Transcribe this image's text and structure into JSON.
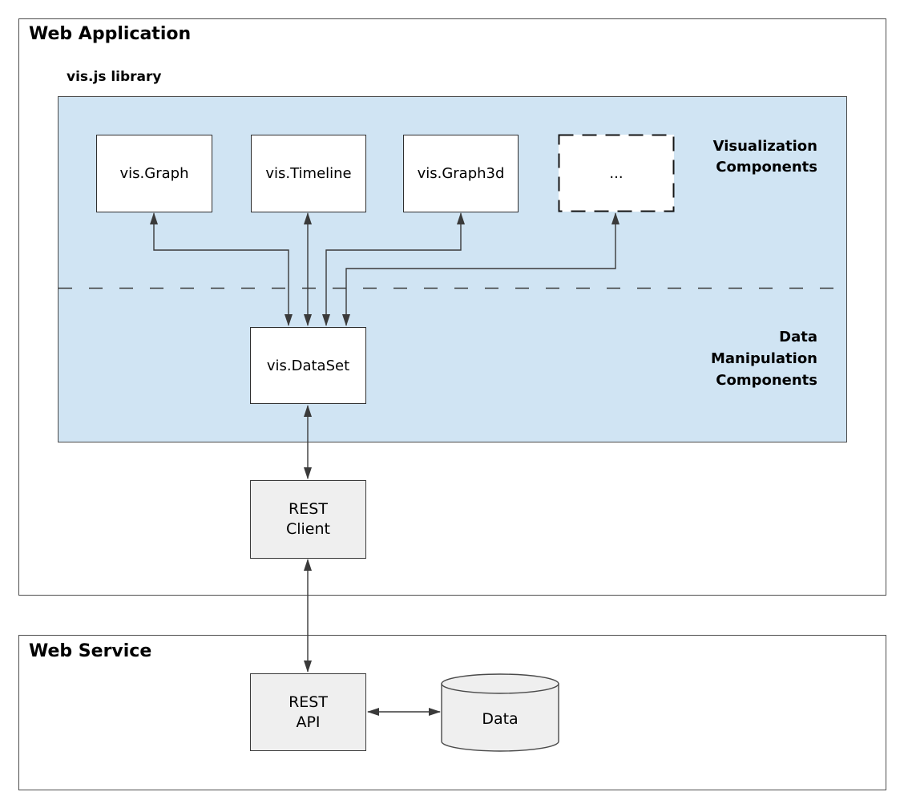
{
  "web_application": {
    "title": "Web Application"
  },
  "library": {
    "label": "vis.js library",
    "components": [
      {
        "id": "graph",
        "label": "vis.Graph"
      },
      {
        "id": "timeline",
        "label": "vis.Timeline"
      },
      {
        "id": "graph3d",
        "label": "vis.Graph3d"
      },
      {
        "id": "more",
        "label": "..."
      }
    ],
    "region_labels": {
      "visualization": "Visualization\nComponents",
      "data_manipulation": "Data\nManipulation\nComponents"
    },
    "dataset": {
      "label": "vis.DataSet"
    }
  },
  "rest_client": {
    "label": "REST\nClient"
  },
  "web_service": {
    "title": "Web Service",
    "rest_api": {
      "label": "REST\nAPI"
    },
    "database": {
      "label": "Data"
    }
  },
  "connections": [
    "vis.Graph <-> vis.DataSet",
    "vis.Timeline <-> vis.DataSet",
    "vis.Graph3d <-> vis.DataSet",
    "... <-> vis.DataSet",
    "vis.DataSet <-> REST Client",
    "REST Client <-> REST API",
    "REST API <-> Data"
  ],
  "colors": {
    "panel-blue": "#d0e4f3",
    "box-gray": "#efefef",
    "line": "#3a3a3a",
    "border-dark": "#2e2e2e",
    "border-outer": "#4d4d4d"
  }
}
